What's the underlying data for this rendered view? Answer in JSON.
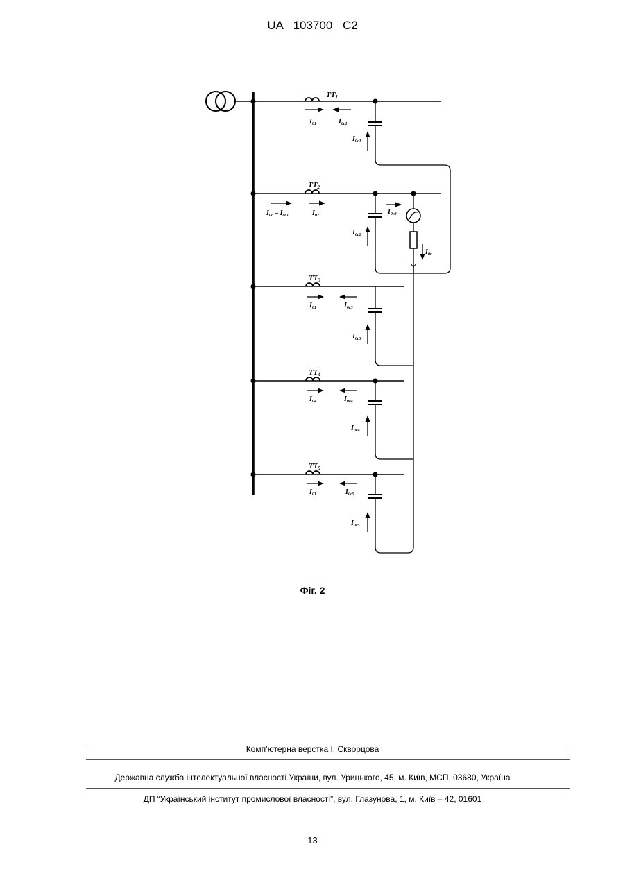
{
  "header": {
    "text": "UA 103700 C2"
  },
  "diagram": {
    "feeders": [
      {
        "tt_base": "TT",
        "tt_sub": "1",
        "left_base": "I",
        "left_sub": "01",
        "right_base": "I",
        "right_sub": "0c1",
        "cap_base": "I",
        "cap_sub": "0c1"
      },
      {
        "tt_base": "TT",
        "tt_sub": "2",
        "left_base": "I",
        "left_sub": "0c",
        "left_tail": " – ",
        "left_base2": "I",
        "left_sub2": "0c1",
        "right_base": "I",
        "right_sub": "02",
        "cap_base": "I",
        "cap_sub": "0c2",
        "mid_base": "I",
        "mid_sub": "0c2",
        "src_base": "I",
        "src_sub": "0c"
      },
      {
        "tt_base": "TT",
        "tt_sub": "3",
        "left_base": "I",
        "left_sub": "01",
        "right_base": "I",
        "right_sub": "0c3",
        "cap_base": "I",
        "cap_sub": "0c3"
      },
      {
        "tt_base": "TT",
        "tt_sub": "4",
        "left_base": "I",
        "left_sub": "04",
        "right_base": "I",
        "right_sub": "0c4",
        "cap_base": "I",
        "cap_sub": "0c4"
      },
      {
        "tt_base": "TT",
        "tt_sub": "5",
        "left_base": "I",
        "left_sub": "01",
        "right_base": "I",
        "right_sub": "0c5",
        "cap_base": "I",
        "cap_sub": "0c5"
      }
    ]
  },
  "caption": {
    "text": "Фіг. 2"
  },
  "footer": {
    "typesetting": "Комп’ютерна верстка І. Скворцова",
    "agency": "Державна служба інтелектуальної власності України, вул. Урицького, 45, м. Київ, МСП, 03680, Україна",
    "institute": "ДП “Український інститут промислової власності”, вул. Глазунова, 1, м. Київ – 42, 01601"
  },
  "page": {
    "number": "13"
  }
}
